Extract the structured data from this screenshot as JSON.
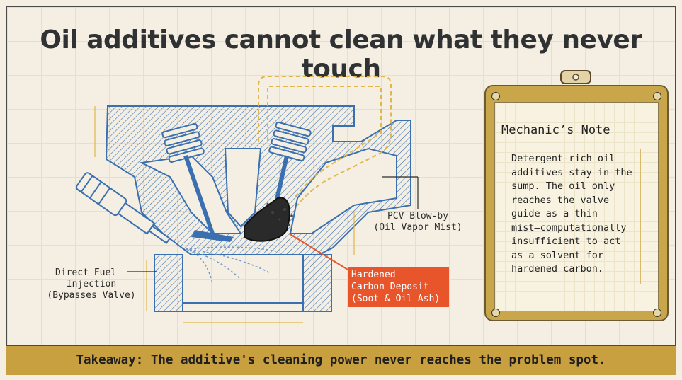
{
  "title": "Oil additives cannot clean what they never touch",
  "labels": {
    "pcv_line1": "PCV Blow-by",
    "pcv_line2": "(Oil Vapor Mist)",
    "injection_line1": "Direct Fuel",
    "injection_line2": "Injection",
    "injection_line3": "(Bypasses Valve)",
    "deposit_line1": "Hardened",
    "deposit_line2": "Carbon Deposit",
    "deposit_line3": "(Soot & Oil Ash)"
  },
  "note": {
    "title": "Mechanic’s Note",
    "lines": [
      "Detergent-rich oil",
      "additives stay in the",
      "sump. The oil only",
      "reaches the valve",
      "guide as a thin",
      "mist—computationally",
      "insufficient to act",
      "as a solvent for",
      "hardened carbon."
    ]
  },
  "takeaway": "Takeaway: The additive's cleaning power never reaches the problem spot.",
  "colors": {
    "blueprint": "#3a6fb0",
    "accent_orange": "#e8552b",
    "oil_yellow": "#e2b64a",
    "gold_band": "#c9a040"
  }
}
